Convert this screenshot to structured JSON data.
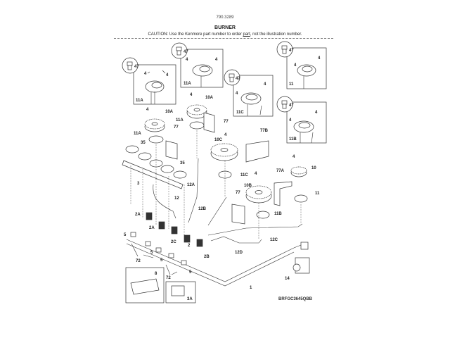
{
  "header": {
    "part_number": "790.3289",
    "title": "BURNER",
    "caution_prefix": "CAUTION: Use the Kenmore part number to order ",
    "caution_link": "part",
    "caution_suffix": ", not the illustration number."
  },
  "model_number": "BRFGC3645QBB",
  "callouts": {
    "c47": "47",
    "c4": "4",
    "c11A": "11A",
    "c11": "11",
    "c11C": "11C",
    "c11B": "11B",
    "c10A": "10A",
    "c10C": "10C",
    "c10B": "10B",
    "c10": "10",
    "c77": "77",
    "c77A": "77A",
    "c77B": "77B",
    "c35": "35",
    "c3": "3",
    "c3A": "3A",
    "c12": "12",
    "c12A": "12A",
    "c12B": "12B",
    "c12C": "12C",
    "c12D": "12D",
    "c2": "2",
    "c2A": "2A",
    "c2B": "2B",
    "c2C": "2C",
    "c5": "5",
    "c72": "72",
    "c8": "8",
    "c14": "14",
    "c1": "1"
  }
}
